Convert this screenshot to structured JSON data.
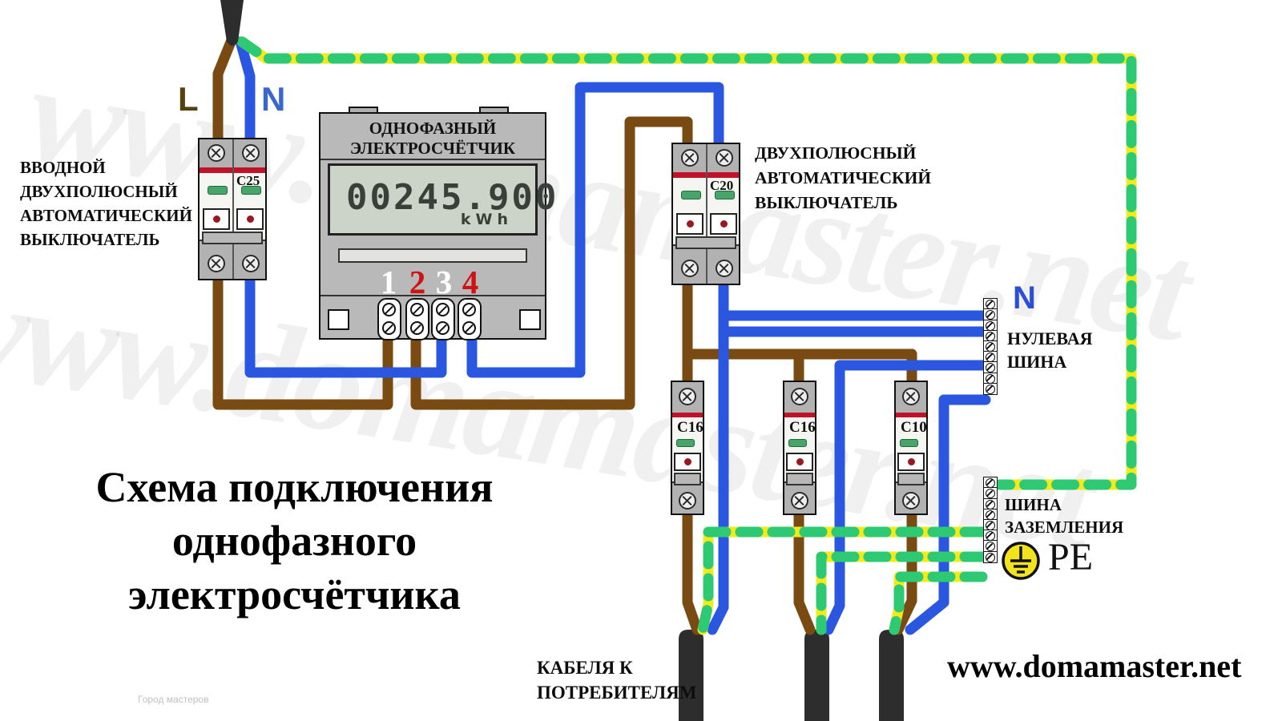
{
  "title": {
    "line1": "Схема подключения",
    "line2": "однофазного",
    "line3": "электросчётчика"
  },
  "supply": {
    "phase_label": "L",
    "neutral_label": "N"
  },
  "input_breaker": {
    "label_line1": "ВВОДНОЙ",
    "label_line2": "ДВУХПОЛЮСНЫЙ",
    "label_line3": "АВТОМАТИЧЕСКИЙ",
    "label_line4": "ВЫКЛЮЧАТЕЛЬ",
    "rating": "C25"
  },
  "meter": {
    "name_line1": "ОДНОФАЗНЫЙ",
    "name_line2": "ЭЛЕКТРОСЧЁТЧИК",
    "reading": "00245.900",
    "units": "kWh",
    "terminals": [
      "1",
      "2",
      "3",
      "4"
    ]
  },
  "output_breaker": {
    "label_line1": "ДВУХПОЛЮСНЫЙ",
    "label_line2": "АВТОМАТИЧЕСКИЙ",
    "label_line3": "ВЫКЛЮЧАТЕЛЬ",
    "rating": "C20"
  },
  "branch_breakers": [
    {
      "rating": "C16"
    },
    {
      "rating": "C16"
    },
    {
      "rating": "C10"
    }
  ],
  "neutral_bus": {
    "label": "N",
    "name_line1": "НУЛЕВАЯ",
    "name_line2": "ШИНА",
    "terminal_count": 9
  },
  "ground_bus": {
    "name_line1": "ШИНА",
    "name_line2": "ЗАЗЕМЛЕНИЯ",
    "pe_label": "PE",
    "terminal_count": 8
  },
  "consumers": {
    "label_line1": "КАБЕЛЯ К",
    "label_line2": "ПОТРЕБИТЕЛЯМ"
  },
  "footer": {
    "site": "www.domamaster.net",
    "credit": "Город мастеров"
  },
  "watermark": {
    "text": "www.domamaster.net"
  },
  "colors": {
    "phase_wire": "#7a4a13",
    "neutral_wire": "#2b57e0",
    "ground_wire_yellow": "#f2ea1b",
    "ground_wire_green": "#2ec973",
    "cable_black": "#2d2d2d",
    "breaker_stripe_red": "#c01228",
    "indicator_green": "#49a469",
    "pe_symbol_yellow": "#f2e41c"
  }
}
